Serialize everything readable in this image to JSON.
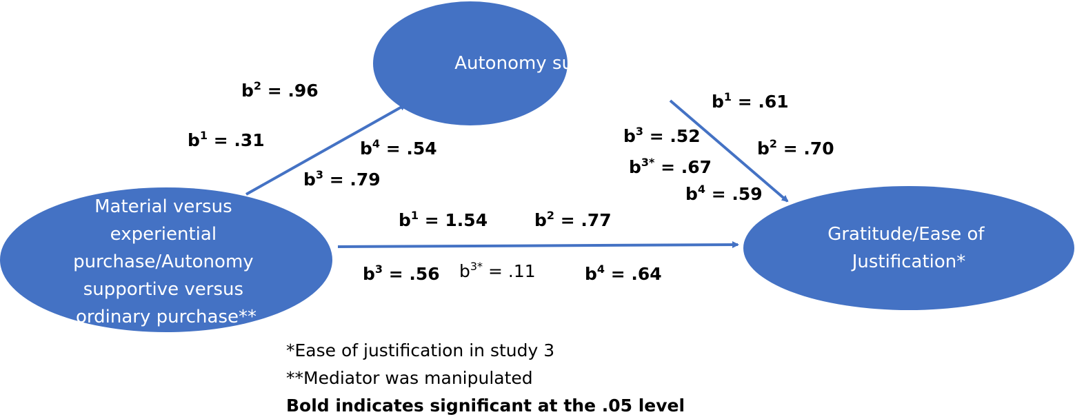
{
  "colors": {
    "node_fill": "#4472c4",
    "arrow": "#4472c4",
    "text": "#000000",
    "node_text": "#ffffff"
  },
  "nodes": {
    "mediator": {
      "label": "Autonomy support"
    },
    "predictor": {
      "lines": [
        "Material versus",
        "experiential",
        "purchase/Autonomy",
        "supportive versus",
        "ordinary purchase**"
      ]
    },
    "outcome": {
      "lines": [
        "Gratitude/Ease of",
        "Justification*"
      ]
    }
  },
  "paths": {
    "a_path": [
      {
        "base": "b",
        "sup": "2",
        "value": " = .96",
        "bold": true
      },
      {
        "base": "b",
        "sup": "1",
        "value": " = .31",
        "bold": true
      },
      {
        "base": "b",
        "sup": "4",
        "value": " = .54",
        "bold": true
      },
      {
        "base": "b",
        "sup": "3",
        "value": " = .79",
        "bold": true
      }
    ],
    "b_path": [
      {
        "base": "b",
        "sup": "1",
        "value": " = .61",
        "bold": true
      },
      {
        "base": "b",
        "sup": "3",
        "value": " = .52",
        "bold": true
      },
      {
        "base": "b",
        "sup": "2",
        "value": " = .70",
        "bold": true
      },
      {
        "base": "b",
        "sup": "3*",
        "value": " = .67",
        "bold": true
      },
      {
        "base": "b",
        "sup": "4",
        "value": " = .59",
        "bold": true
      }
    ],
    "c_path": [
      {
        "base": "b",
        "sup": "1",
        "value": " = 1.54",
        "bold": true
      },
      {
        "base": "b",
        "sup": "2",
        "value": " = .77",
        "bold": true
      },
      {
        "base": "b",
        "sup": "3",
        "value": " = .56",
        "bold": true
      },
      {
        "base": "b",
        "sup": "3*",
        "value": " = .11",
        "bold": false
      },
      {
        "base": "b",
        "sup": "4",
        "value": " = .64",
        "bold": true
      }
    ]
  },
  "notes": {
    "note1": "*Ease of justification in study 3",
    "note2": "**Mediator was manipulated",
    "note3": "Bold indicates significant at the .05  level"
  }
}
